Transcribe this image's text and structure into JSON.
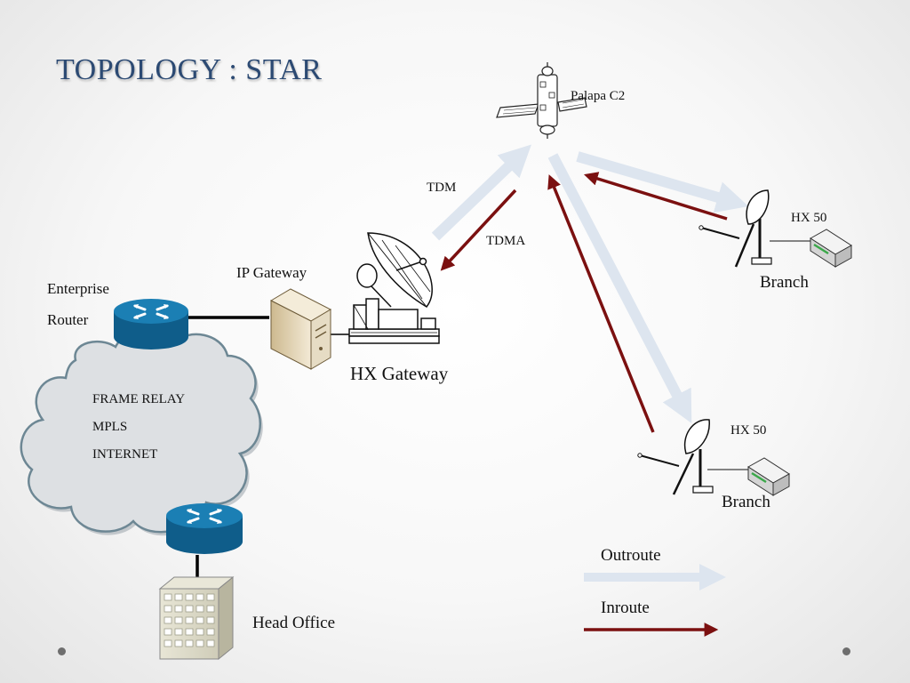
{
  "title": "TOPOLOGY : STAR",
  "nodes": {
    "satellite": "Palapa C2",
    "ip_gateway": "IP Gateway",
    "hx_gateway": "HX Gateway",
    "enterprise_router_line1": "Enterprise",
    "enterprise_router_line2": "Router",
    "branch_top_device": "HX 50",
    "branch_top": "Branch",
    "branch_bottom_device": "HX 50",
    "branch_bottom": "Branch",
    "head_office": "Head Office"
  },
  "cloud": {
    "lines": [
      "FRAME RELAY",
      "MPLS",
      "INTERNET"
    ]
  },
  "links": {
    "tdm": "TDM",
    "tdma": "TDMA"
  },
  "legend": {
    "outroute": "Outroute",
    "inroute": "Inroute"
  },
  "colors": {
    "outroute": "#dde5ef",
    "inroute": "#7b1010",
    "router": "#1b7fb4",
    "title": "#2c4a73",
    "cloud_fill": "#dde0e3",
    "cloud_stroke": "#6d8794"
  }
}
